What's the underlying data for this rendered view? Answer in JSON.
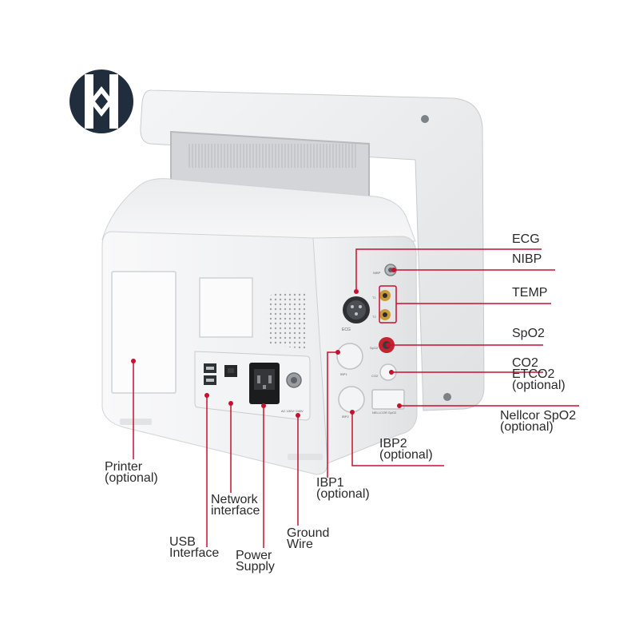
{
  "brand": {
    "logo_color": "#1f2d3d"
  },
  "accent_color": "#c8102e",
  "labels": {
    "ecg": "ECG",
    "nibp": "NIBP",
    "temp": "TEMP",
    "spo2": "SpO2",
    "co2": "CO2\nETCO2\n(optional)",
    "nellcor": "Nellcor SpO2\n(optional)",
    "ibp2": "IBP2\n(optional)",
    "ibp1": "IBP1\n(optional)",
    "printer": "Printer\n(optional)",
    "network": "Network\ninterface",
    "usb": "USB\nInterface",
    "power": "Power\nSupply",
    "ground": "Ground\nWire"
  },
  "device_text": {
    "rating": "AC 100V~240V",
    "nibp_tag": "NIBP",
    "t1": "T1",
    "t2": "T2",
    "spo2_tag": "SpO2",
    "co2_tag": "CO2",
    "ecg_tag": "ECG",
    "ibp1_tag": "IBP1",
    "ibp2_tag": "IBP2",
    "nellcor_tag": "NELLCOR SpO2"
  }
}
